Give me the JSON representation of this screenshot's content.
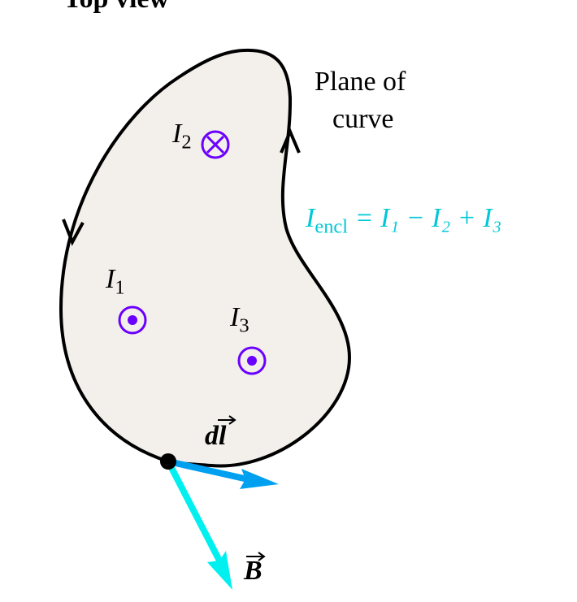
{
  "title": "Top view",
  "plane_label": [
    "Plane of",
    "curve"
  ],
  "equation": {
    "lhs": "I",
    "lhs_sub": "encl",
    "rhs": "= I₁ − I₂ + I₃"
  },
  "currents": [
    {
      "label": "I",
      "sub": "1",
      "direction": "out-of-page"
    },
    {
      "label": "I",
      "sub": "2",
      "direction": "into-page"
    },
    {
      "label": "I",
      "sub": "3",
      "direction": "out-of-page"
    }
  ],
  "vectors": {
    "dl": "dl",
    "B": "B"
  },
  "colors": {
    "region": "#f3efeb",
    "current": "#6a00ff",
    "equation": "#00c8d8",
    "dl": "#00a0f0",
    "B": "#00f0f0"
  }
}
